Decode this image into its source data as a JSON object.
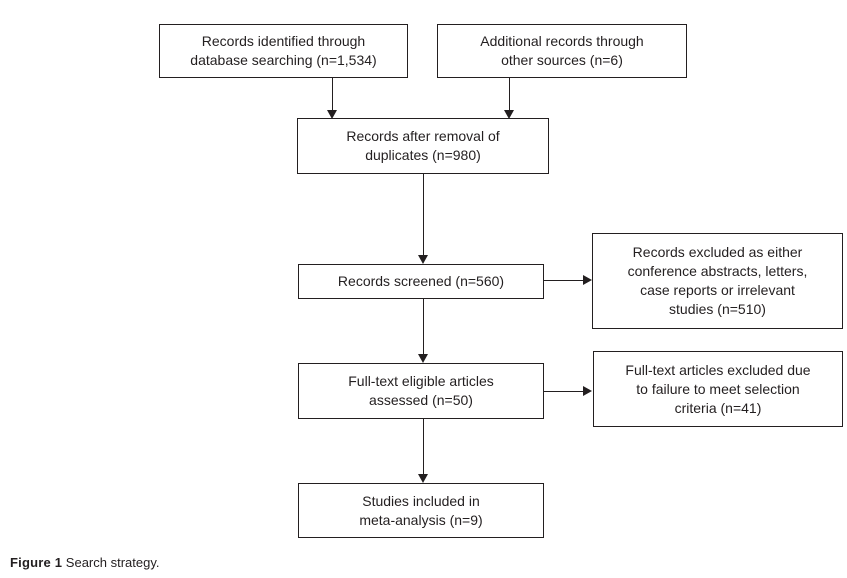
{
  "figure": {
    "caption_label": "Figure 1",
    "caption_text": "Search strategy."
  },
  "colors": {
    "line": "#231f20",
    "text": "#231f20",
    "background": "#ffffff"
  },
  "boxes": {
    "identified": {
      "lines": [
        "Records identified through",
        "database searching (n=1,534)"
      ],
      "n": 1534
    },
    "additional": {
      "lines": [
        "Additional records through",
        "other sources (n=6)"
      ],
      "n": 6
    },
    "after_duplicates": {
      "lines": [
        "Records after removal of",
        "duplicates (n=980)"
      ],
      "n": 980
    },
    "screened": {
      "lines": [
        "Records screened (n=560)"
      ],
      "n": 560
    },
    "excluded_screening": {
      "lines": [
        "Records excluded as either",
        "conference abstracts, letters,",
        "case reports or irrelevant",
        "studies (n=510)"
      ],
      "n": 510
    },
    "fulltext_assessed": {
      "lines": [
        "Full-text eligible articles",
        "assessed (n=50)"
      ],
      "n": 50
    },
    "fulltext_excluded": {
      "lines": [
        "Full-text articles excluded due",
        "to failure to meet selection",
        "criteria (n=41)"
      ],
      "n": 41
    },
    "included": {
      "lines": [
        "Studies included in",
        "meta-analysis (n=9)"
      ],
      "n": 9
    }
  }
}
